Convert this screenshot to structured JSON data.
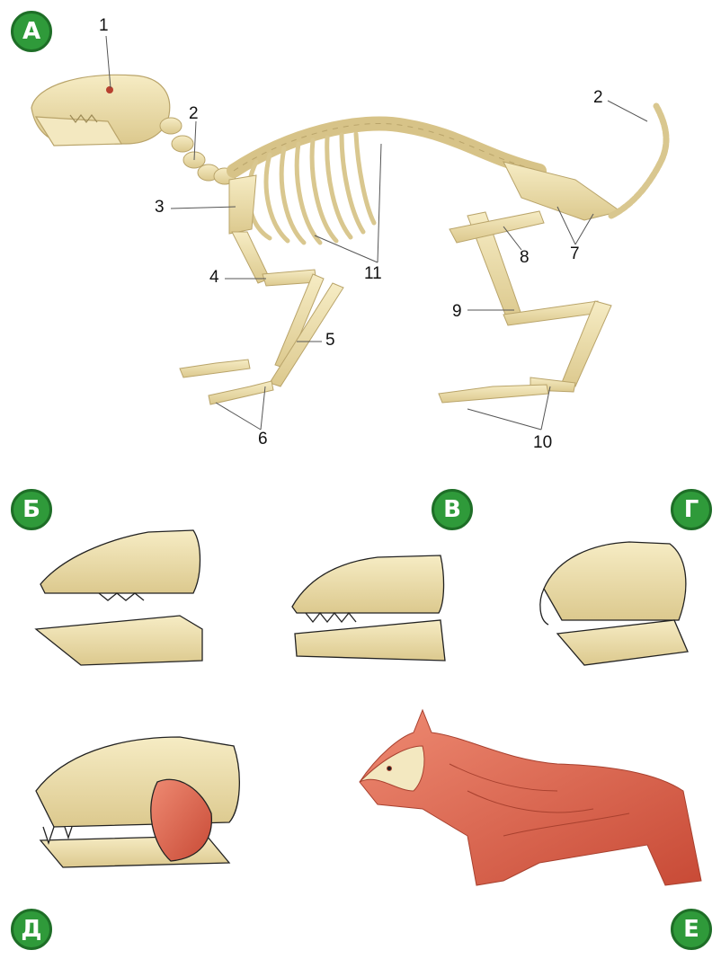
{
  "panels": [
    {
      "id": "A",
      "letter": "А"
    },
    {
      "id": "B",
      "letter": "Б"
    },
    {
      "id": "V",
      "letter": "В"
    },
    {
      "id": "G",
      "letter": "Г"
    },
    {
      "id": "D",
      "letter": "Д"
    },
    {
      "id": "E",
      "letter": "Е"
    }
  ],
  "labels": [
    "1",
    "2",
    "2",
    "3",
    "4",
    "5",
    "6",
    "7",
    "8",
    "9",
    "10",
    "11"
  ],
  "colors": {
    "badge": "#2f9a3a",
    "bone": "#eedfa8",
    "bone_outline": "#b9a46a",
    "muscle": "#e0624f",
    "muscle_dark": "#b8402f"
  }
}
